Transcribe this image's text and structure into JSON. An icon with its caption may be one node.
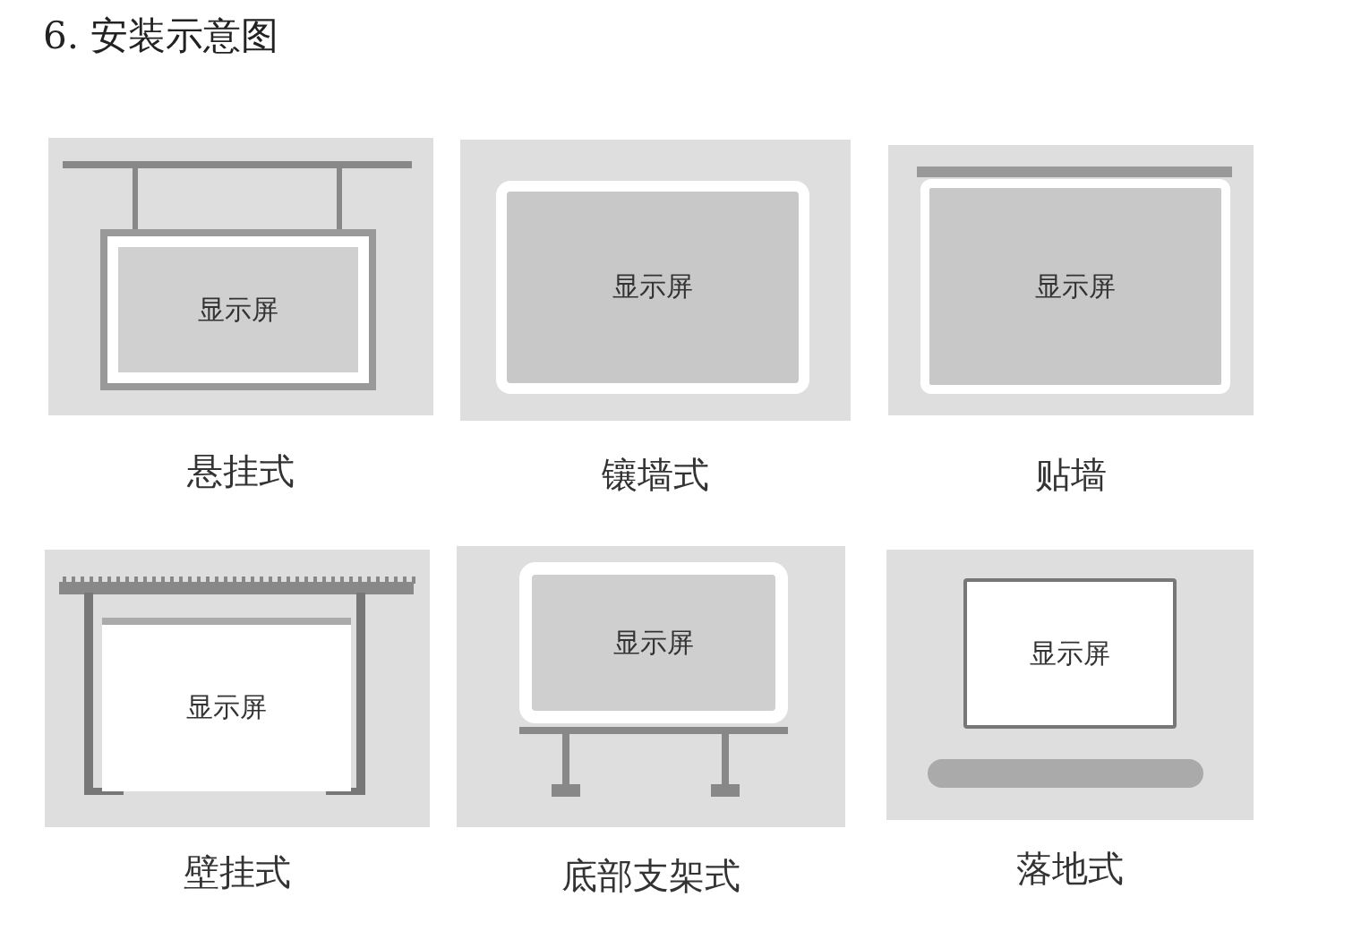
{
  "diagram": {
    "title": "6. 安装示意图",
    "nodes": [
      {
        "text": [
          "悬挂式"
        ]
      },
      {
        "text": [
          "显示屏"
        ],
        "in": 0
      },
      {
        "text": [
          "镶墙式"
        ]
      },
      {
        "text": [
          "显示屏"
        ],
        "in": 2
      },
      {
        "text": [
          "贴墙"
        ]
      },
      {
        "text": [
          "显示屏"
        ],
        "in": 4
      },
      {
        "text": [
          "壁挂式"
        ]
      },
      {
        "text": [
          "显示屏"
        ],
        "in": 6
      },
      {
        "text": [
          "底部支架式"
        ]
      },
      {
        "text": [
          "显示屏"
        ],
        "in": 8
      },
      {
        "text": [
          "落地式"
        ]
      },
      {
        "text": [
          "显示屏"
        ],
        "in": 10
      }
    ],
    "edges": []
  }
}
